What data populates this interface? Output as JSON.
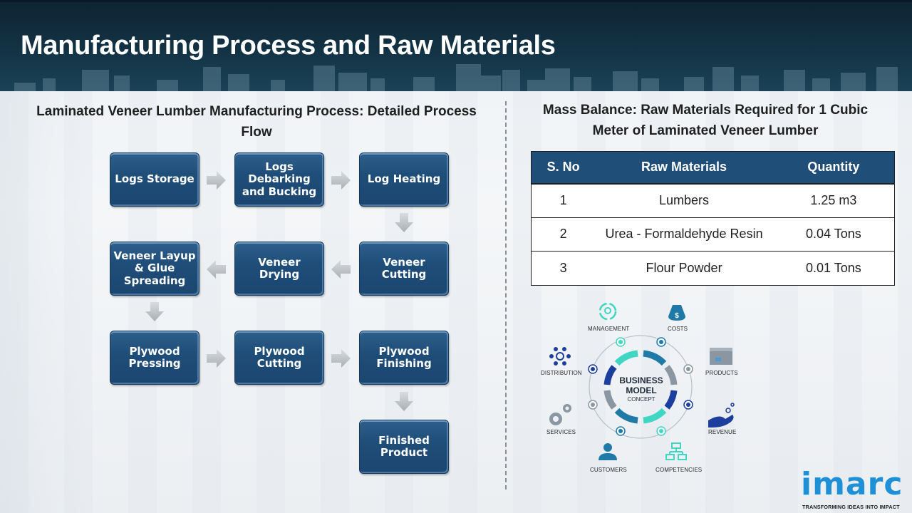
{
  "header": {
    "title": "Manufacturing Process and Raw Materials"
  },
  "process_flow": {
    "title": "Laminated Veneer Lumber Manufacturing Process: Detailed Process Flow",
    "steps": [
      "Logs Storage",
      "Logs Debarking and Bucking",
      "Log Heating",
      "Veneer Cutting",
      "Veneer Drying",
      "Veneer Layup & Glue Spreading",
      "Plywood Pressing",
      "Plywood Cutting",
      "Plywood Finishing",
      "Finished Product"
    ],
    "arrow_icon": "block-arrow-icon"
  },
  "mass_balance": {
    "title": "Mass Balance: Raw Materials Required for 1 Cubic Meter of Laminated Veneer Lumber",
    "columns": [
      "S. No",
      "Raw Materials",
      "Quantity"
    ],
    "rows": [
      {
        "sno": "1",
        "material": "Lumbers",
        "quantity": "1.25 m3"
      },
      {
        "sno": "2",
        "material": "Urea - Formaldehyde Resin",
        "quantity": "0.04 Tons"
      },
      {
        "sno": "3",
        "material": "Flour Powder",
        "quantity": "0.01 Tons"
      }
    ]
  },
  "business_model": {
    "center_line1": "BUSINESS",
    "center_line2": "MODEL",
    "center_line3": "CONCEPT",
    "labels": {
      "management": "MANAGEMENT",
      "costs": "COSTS",
      "distribution": "DISTRIBUTION",
      "products": "PRODUCTS",
      "services": "SERVICES",
      "revenue": "REVENUE",
      "customers": "CUSTOMERS",
      "competencies": "COMPETENCIES"
    },
    "colors": {
      "teal": "#3fd6c4",
      "blue": "#1f7aa8",
      "navy": "#1c3f9e",
      "gray": "#8a97a3"
    }
  },
  "logo": {
    "wordmark": "imarc",
    "tagline": "TRANSFORMING IDEAS INTO IMPACT",
    "color": "#1e90d8"
  }
}
